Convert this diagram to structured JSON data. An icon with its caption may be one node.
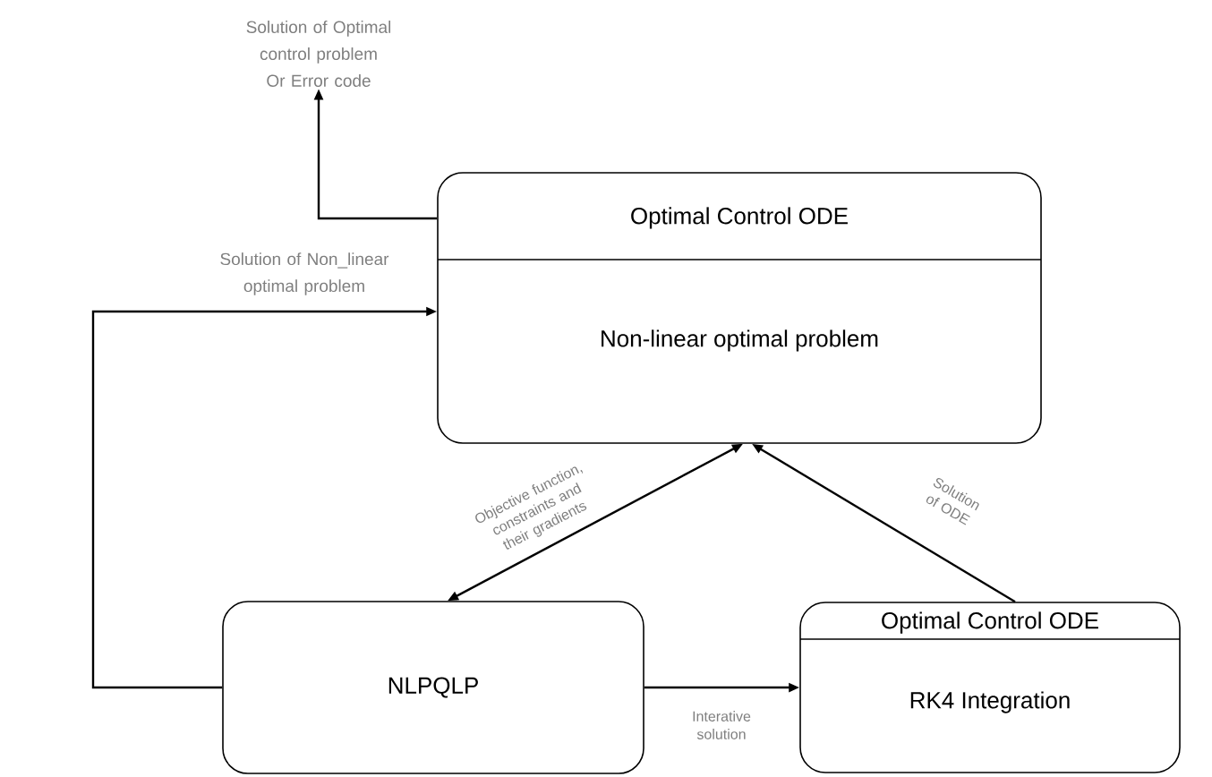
{
  "diagram": {
    "nodes": [
      {
        "text": [
          "Solution of Optimal control problem Or Error code"
        ]
      },
      {
        "text": [
          "Optimal Control ODE",
          "Non-linear optimal problem"
        ]
      },
      {
        "text": [
          "NLPQLP"
        ]
      },
      {
        "text": [
          "Optimal Control ODE",
          "RK4 Integration"
        ]
      }
    ],
    "edges": [
      {
        "from": 1,
        "to": 0,
        "arrow": "to"
      },
      {
        "from": 2,
        "to": 1,
        "arrow": "to",
        "label": "Solution of Non_linear optimal problem"
      },
      {
        "from": 1,
        "to": 2,
        "arrow": "both",
        "label": "Objective function, constraints and their gradients"
      },
      {
        "from": 2,
        "to": 3,
        "arrow": "to",
        "label": "Interative solution"
      },
      {
        "from": 3,
        "to": 1,
        "arrow": "to",
        "label": "Solution of ODE"
      }
    ]
  }
}
